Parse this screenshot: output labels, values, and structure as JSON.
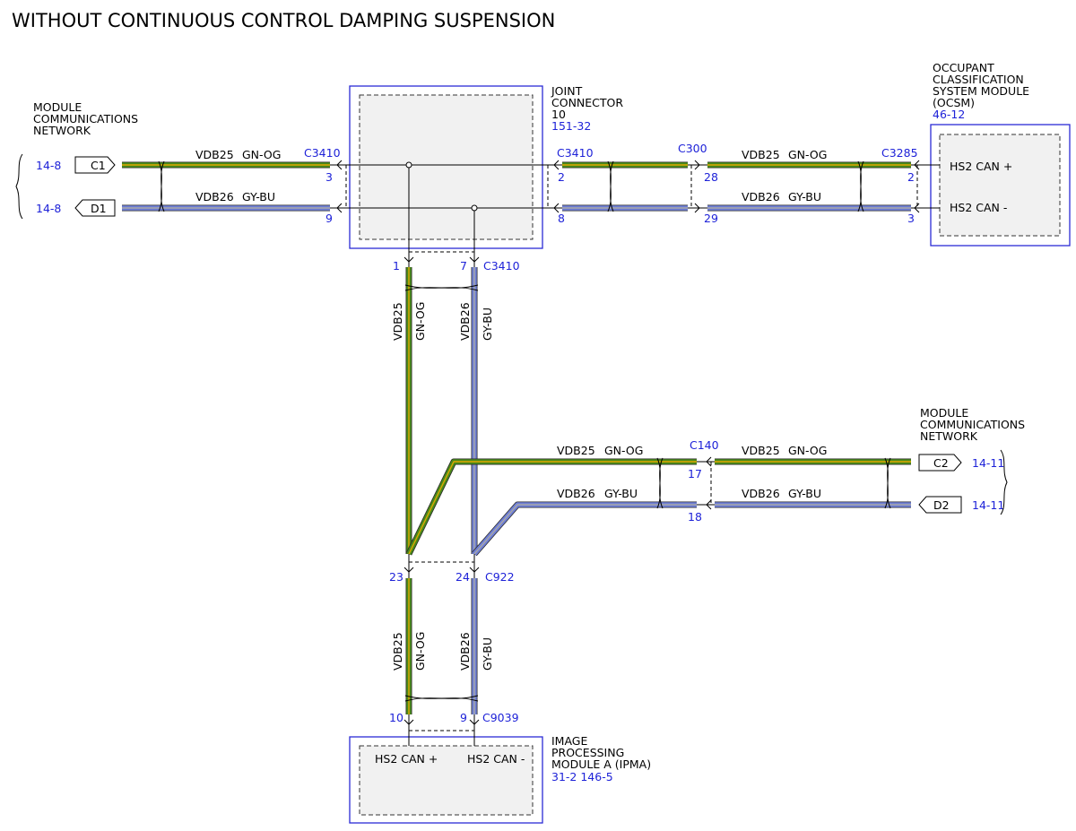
{
  "title": "WITHOUT CONTINUOUS CONTROL DAMPING SUSPENSION",
  "colors": {
    "green": "#4a8a1a",
    "gn_og_stripe": "#e0a800",
    "blue": "#6f7fd6",
    "gy_bu_stripe": "#a8a8a8",
    "ref_text": "#1e22d8",
    "box_border": "#2b2bd6"
  },
  "wire_labels": {
    "vdb25": "VDB25",
    "vdb26": "VDB26",
    "gn_og": "GN-OG",
    "gy_bu": "GY-BU"
  },
  "mcn_top": {
    "label": [
      "MODULE",
      "COMMUNICATIONS",
      "NETWORK"
    ],
    "ref1": "14-8",
    "ref2": "14-8",
    "term1": "C1",
    "term2": "D1"
  },
  "mcn_right": {
    "label": [
      "MODULE",
      "COMMUNICATIONS",
      "NETWORK"
    ],
    "ref1": "14-11",
    "ref2": "14-11",
    "term1": "C2",
    "term2": "D2"
  },
  "joint_connector": {
    "label": [
      "JOINT",
      "CONNECTOR",
      "10"
    ],
    "ref": "151-32"
  },
  "ocsm": {
    "label": [
      "OCCUPANT",
      "CLASSIFICATION",
      "SYSTEM MODULE",
      "(OCSM)"
    ],
    "ref": "46-12",
    "pin1": "HS2 CAN +",
    "pin2": "HS2 CAN -"
  },
  "ipma": {
    "label": [
      "IMAGE",
      "PROCESSING",
      "MODULE A (IPMA)"
    ],
    "ref": "31-2  146-5",
    "pin1": "HS2 CAN +",
    "pin2": "HS2 CAN -"
  },
  "connectors": {
    "c3410_left": {
      "name": "C3410",
      "pin_a": "3",
      "pin_b": "9"
    },
    "c3410_right": {
      "name": "C3410",
      "pin_a": "2",
      "pin_b": "8"
    },
    "c300": {
      "name": "C300",
      "pin_a": "28",
      "pin_b": "29"
    },
    "c3285": {
      "name": "C3285",
      "pin_a": "2",
      "pin_b": "3"
    },
    "c3410_bottom": {
      "name": "C3410",
      "pin_a": "1",
      "pin_b": "7"
    },
    "c140": {
      "name": "C140",
      "pin_a": "17",
      "pin_b": "18"
    },
    "c922": {
      "name": "C922",
      "pin_a": "23",
      "pin_b": "24"
    },
    "c9039": {
      "name": "C9039",
      "pin_a": "10",
      "pin_b": "9"
    }
  }
}
